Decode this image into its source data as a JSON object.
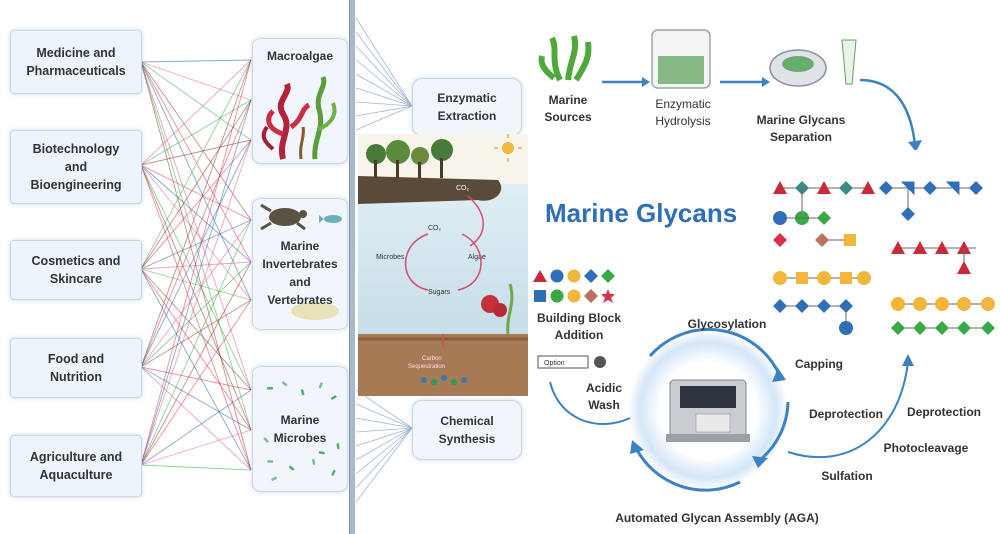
{
  "applications": [
    "Medicine and\nPharmaceuticals",
    "Biotechnology\nand\nBioengineering",
    "Cosmetics and\nSkincare",
    "Food and\nNutrition",
    "Agriculture and\nAquaculture"
  ],
  "sources": [
    "Macroalgae",
    "Marine\nInvertebrates\nand\nVertebrates",
    "Marine\nMicrobes"
  ],
  "methods": {
    "enzymatic": "Enzymatic\nExtraction",
    "chemical": "Chemical\nSynthesis"
  },
  "ecosystem": {
    "co2_top": "CO₂",
    "co2_mid": "CO₂",
    "microbes": "Microbes",
    "algae": "Algae",
    "sugars": "Sugars",
    "carbon": "Carbon\nSequestration"
  },
  "extraction_steps": [
    "Marine\nSources",
    "Enzymatic\nHydrolysis",
    "Marine Glycans\nSeparation"
  ],
  "title": "Marine Glycans",
  "aga": {
    "building_block": "Building Block\nAddition",
    "acidic_wash": "Acidic\nWash",
    "glycosylation": "Glycosylation",
    "capping": "Capping",
    "deprotection_inner": "Deprotection",
    "deprotection_outer": "Deprotection",
    "photocleavage": "Photocleavage",
    "sulfation": "Sulfation",
    "name": "Automated Glycan Assembly (AGA)",
    "option_label": "Option"
  },
  "colors": {
    "blue_line": "#2f5fa8",
    "pink_line": "#e05a8c",
    "green_line": "#3aa845",
    "brown_line": "#8b3a2a",
    "red_line": "#d8324a",
    "title": "#2f6fb8",
    "arrow": "#3b82c4"
  }
}
